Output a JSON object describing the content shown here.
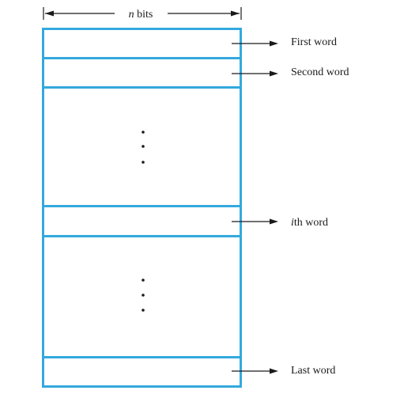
{
  "width_label": {
    "var": "n",
    "rest": " bits"
  },
  "words": [
    {
      "label": "First word"
    },
    {
      "label": "Second word"
    },
    {
      "var": "i",
      "rest": "th word"
    },
    {
      "label": "Last word"
    }
  ],
  "colors": {
    "box": "#33a9dd",
    "ink": "#1a1a1a"
  }
}
